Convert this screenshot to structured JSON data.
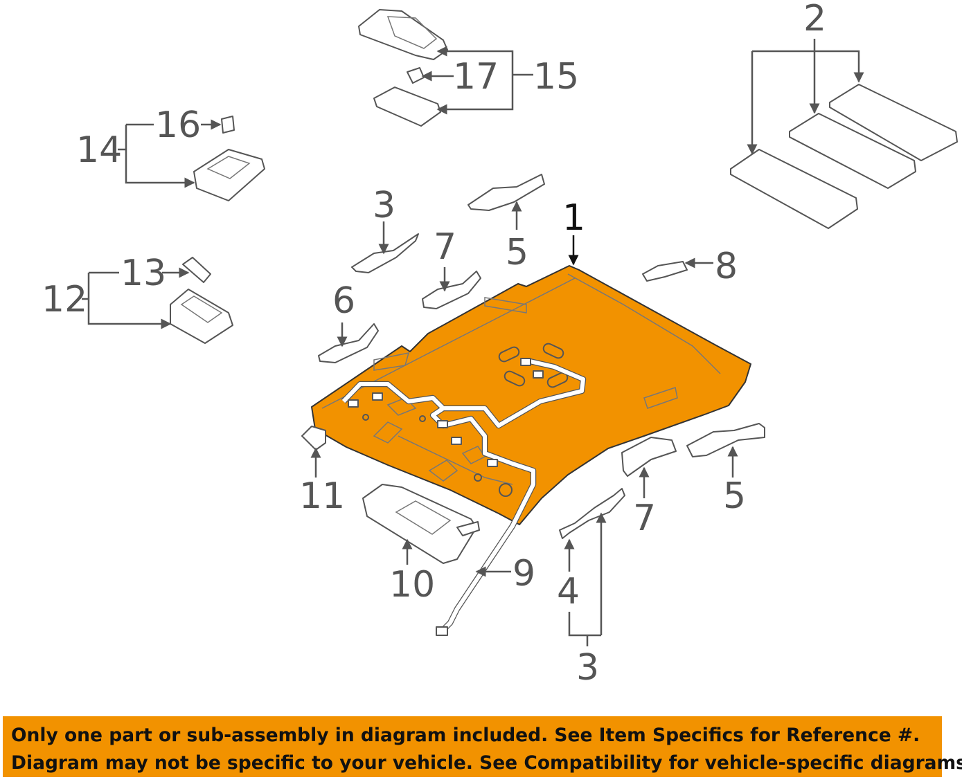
{
  "diagram": {
    "accent_color": "#f29200",
    "main_part_callout": "1",
    "callouts": {
      "c2": "2",
      "c3a": "3",
      "c3b": "3",
      "c4": "4",
      "c5a": "5",
      "c5b": "5",
      "c6": "6",
      "c7a": "7",
      "c7b": "7",
      "c8": "8",
      "c9": "9",
      "c10": "10",
      "c11": "11",
      "c12": "12",
      "c13": "13",
      "c14": "14",
      "c15": "15",
      "c16": "16",
      "c17": "17"
    }
  },
  "banner": {
    "background_color": "#f29200",
    "line1": "Only one part or sub-assembly in diagram included. See Item Specifics for Reference #.",
    "line2": "Diagram may not be specific to your vehicle. See Compatibility for vehicle-specific diagrams."
  }
}
